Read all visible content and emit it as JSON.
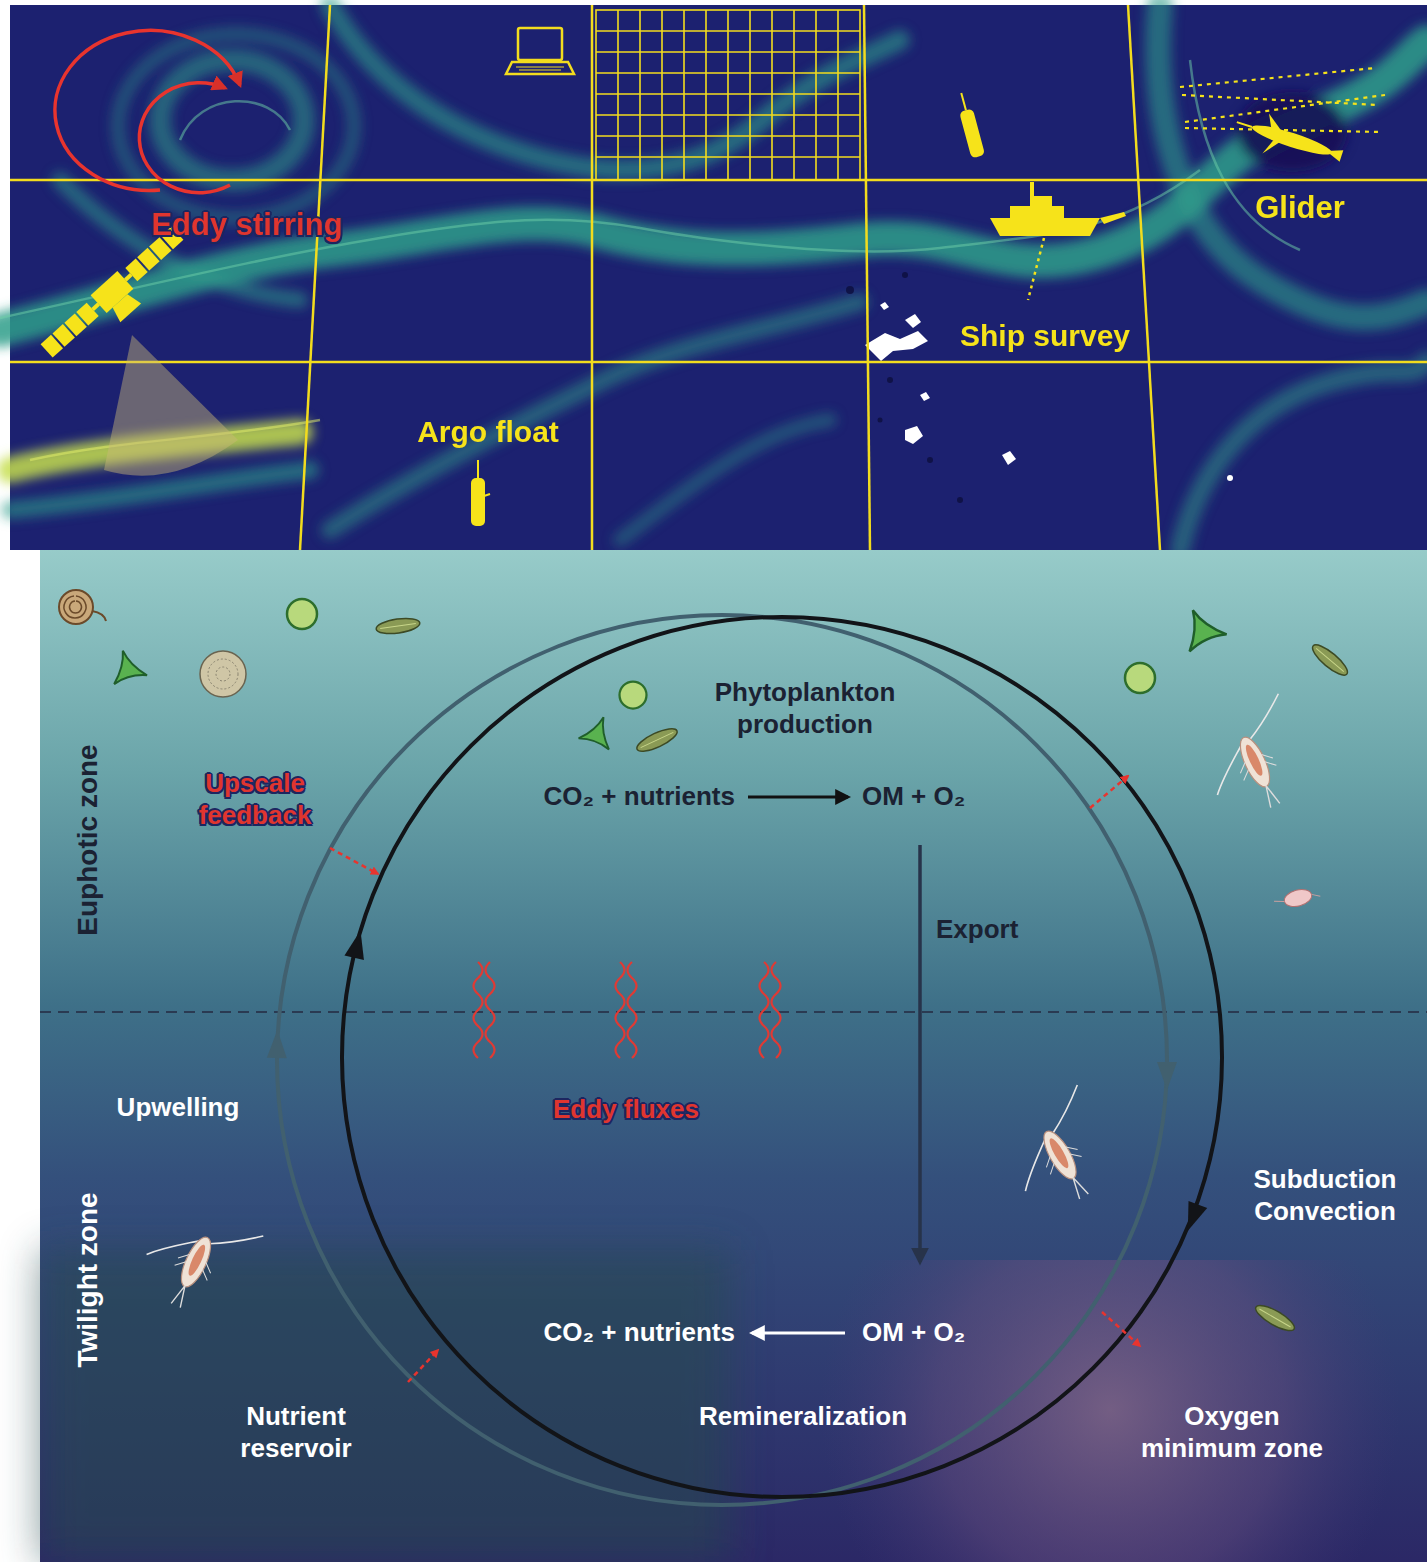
{
  "diagram": {
    "labels": [
      "Eddy stirring",
      "Glider",
      "Ship survey",
      "Argo float",
      "Phytoplankton production",
      "Upscale feedback",
      "CO₂ + nutrients",
      "OM + O₂",
      "Euphotic zone",
      "Export",
      "Eddy fluxes",
      "Upwelling",
      "Subduction Convection",
      "Twilight zone",
      "CO₂ + nutrients",
      "OM + O₂",
      "Nutrient reservoir",
      "Remineralization",
      "Oxygen minimum zone"
    ]
  }
}
